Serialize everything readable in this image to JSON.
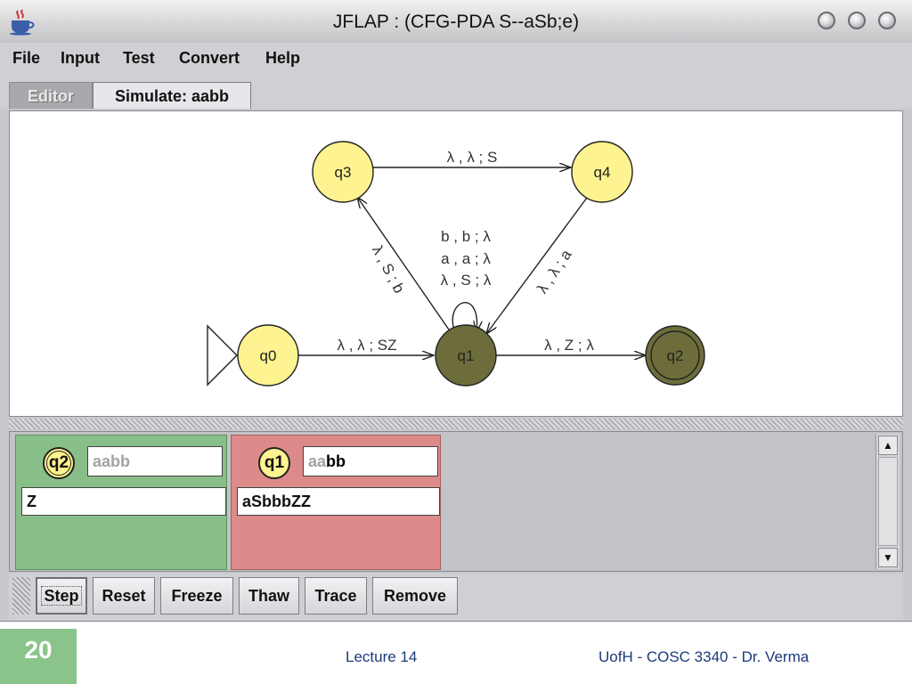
{
  "window": {
    "title": "JFLAP : (CFG-PDA S--aSb;e)"
  },
  "menu": [
    "File",
    "Input",
    "Test",
    "Convert",
    "Help"
  ],
  "tabs": {
    "editor": "Editor",
    "simulate": "Simulate: aabb"
  },
  "automaton": {
    "states": {
      "q0": "q0",
      "q1": "q1",
      "q2": "q2",
      "q3": "q3",
      "q4": "q4"
    },
    "transitions": {
      "q0_q1": "λ , λ ; SZ",
      "q1_q2": "λ , Z ; λ",
      "q3_q4": "λ , λ ; S",
      "q1_q3": "λ , S ; b",
      "q4_q1": "λ , λ ; a",
      "loop_1": "b , b ; λ",
      "loop_2": "a , a ; λ",
      "loop_3": "λ , S ; λ"
    },
    "colors": {
      "state": "#fdf390",
      "current_state": "#6d6d3b",
      "accepted": "#88bf88",
      "rejected": "#dc8a8a"
    }
  },
  "configurations": [
    {
      "state": "q2",
      "input_consumed": "aabb",
      "input_remaining": "",
      "stack": "Z"
    },
    {
      "state": "q1",
      "input_consumed": "aa",
      "input_remaining": "bb",
      "stack": "aSbbbZZ"
    }
  ],
  "toolbar": {
    "step": "Step",
    "reset": "Reset",
    "freeze": "Freeze",
    "thaw": "Thaw",
    "trace": "Trace",
    "remove": "Remove"
  },
  "footer": {
    "slide_number": "20",
    "lecture": "Lecture 14",
    "course": "UofH - COSC 3340 - Dr. Verma"
  }
}
